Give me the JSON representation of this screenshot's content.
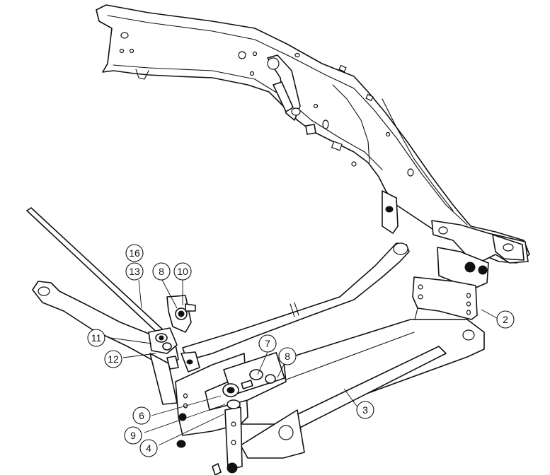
{
  "callouts": [
    {
      "id": "c16",
      "label": "16"
    },
    {
      "id": "c13",
      "label": "13"
    },
    {
      "id": "c8a",
      "label": "8"
    },
    {
      "id": "c10",
      "label": "10"
    },
    {
      "id": "c11",
      "label": "11"
    },
    {
      "id": "c12",
      "label": "12"
    },
    {
      "id": "c7",
      "label": "7"
    },
    {
      "id": "c8b",
      "label": "8"
    },
    {
      "id": "c2",
      "label": "2"
    },
    {
      "id": "c3",
      "label": "3"
    },
    {
      "id": "c6",
      "label": "6"
    },
    {
      "id": "c9",
      "label": "9"
    },
    {
      "id": "c4",
      "label": "4"
    }
  ]
}
